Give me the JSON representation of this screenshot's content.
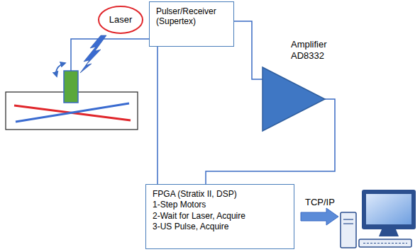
{
  "diagram": {
    "nodes": [
      {
        "text": [
          "Laser"
        ]
      },
      {
        "text": [
          "Pulser/Receiver (Supertex)"
        ]
      },
      {
        "text": [
          "Amplifier AD8332"
        ]
      },
      {
        "text": [
          "FPGA (Stratix II, DSP)",
          "1-Step Motors",
          "2-Wait for Laser, Acquire",
          "3-US Pulse, Acquire"
        ]
      }
    ],
    "edges": [
      {
        "from": 1,
        "to": 2,
        "arrow": "none"
      },
      {
        "from": 2,
        "to": 3,
        "arrow": "none"
      },
      {
        "from": 1,
        "to": 3,
        "arrow": "none"
      }
    ],
    "labels": [
      "TCP/IP"
    ]
  }
}
